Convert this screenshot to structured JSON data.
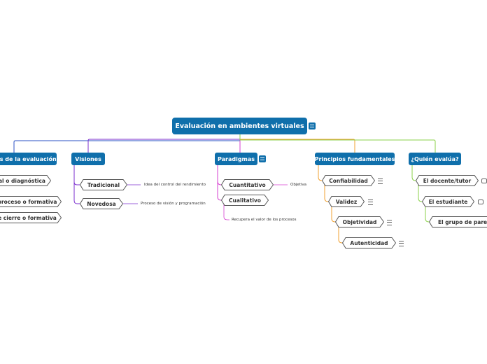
{
  "root": {
    "label": "Evaluación en ambientes virtuales"
  },
  "branches": {
    "tipos": {
      "label": "os de la evaluación",
      "color": "#2b52c4",
      "children": [
        "al o diagnóstica",
        "proceso o formativa",
        "e cierre o formativa"
      ]
    },
    "visiones": {
      "label": "Visiones",
      "color": "#7b2fcf",
      "children": [
        "Tradicional",
        "Novedosa"
      ],
      "notes": [
        "Idea del control del rendimiento",
        "Proceso de visión y programación"
      ]
    },
    "paradigmas": {
      "label": "Paradigmas",
      "color": "#d63fd0",
      "children": [
        "Cuantitativo",
        "Cualitativo"
      ],
      "notes": [
        "Objetiva",
        "Recupera el valor de los procesos"
      ]
    },
    "principios": {
      "label": "Principios fundamentales",
      "color": "#f0a030",
      "children": [
        "Confiabilidad",
        "Validez",
        "Objetividad",
        "Autenticidad"
      ]
    },
    "quien": {
      "label": "¿Quién evalúa?",
      "color": "#8bd14a",
      "children": [
        "El docente/tutor",
        "El estudiante",
        "El grupo de pares"
      ]
    }
  },
  "colors": {
    "node_fill": "#0f6fab",
    "node_text": "#ffffff",
    "hex_border": "#555555"
  }
}
